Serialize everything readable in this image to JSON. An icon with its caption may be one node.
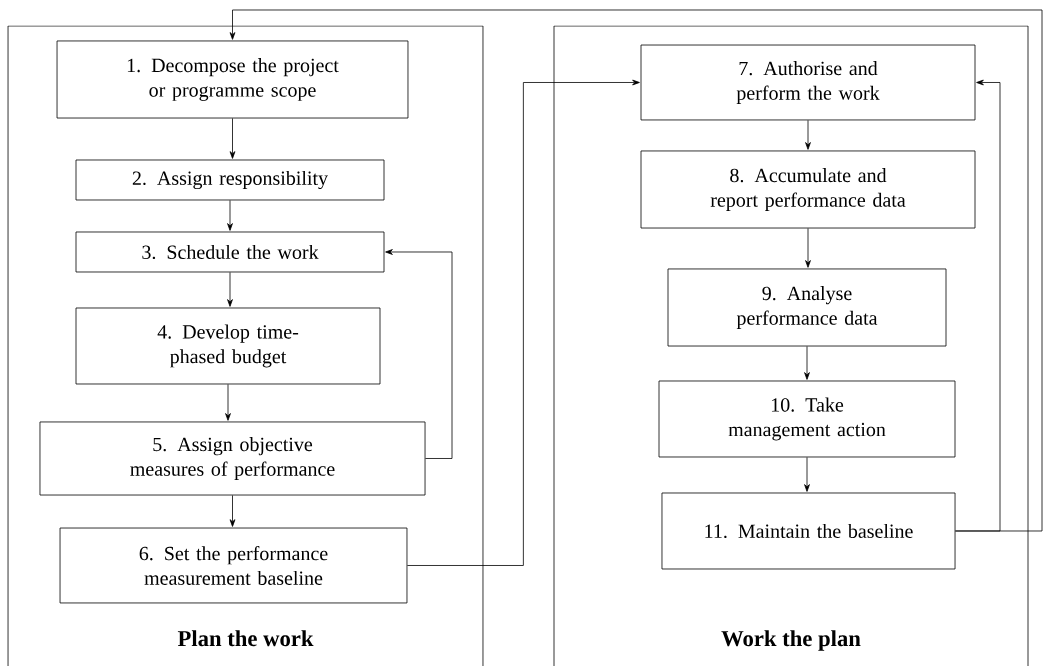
{
  "diagram": {
    "nodes": [
      {
        "text": [
          "Plan the work"
        ]
      },
      {
        "text": [
          "1. Decompose the project or programme scope"
        ],
        "in": 0
      },
      {
        "text": [
          "2. Assign responsibility"
        ],
        "in": 0
      },
      {
        "text": [
          "3. Schedule the work"
        ],
        "in": 0
      },
      {
        "text": [
          "4. Develop time-phased budget"
        ],
        "in": 0
      },
      {
        "text": [
          "5. Assign objective measures of performance"
        ],
        "in": 0
      },
      {
        "text": [
          "6. Set the performance measurement baseline"
        ],
        "in": 0
      },
      {
        "text": [
          "Work the plan"
        ]
      },
      {
        "text": [
          "7. Authorise and perform the work"
        ],
        "in": 7
      },
      {
        "text": [
          "8. Accumulate and report performance data"
        ],
        "in": 7
      },
      {
        "text": [
          "9. Analyse performance data"
        ],
        "in": 7
      },
      {
        "text": [
          "10. Take management action"
        ],
        "in": 7
      },
      {
        "text": [
          "11. Maintain the baseline"
        ],
        "in": 7
      }
    ],
    "edges": [
      {
        "from": 1,
        "to": 2,
        "arrow": "to"
      },
      {
        "from": 2,
        "to": 3,
        "arrow": "to"
      },
      {
        "from": 3,
        "to": 4,
        "arrow": "to"
      },
      {
        "from": 4,
        "to": 5,
        "arrow": "to"
      },
      {
        "from": 5,
        "to": 6,
        "arrow": "to"
      },
      {
        "from": 5,
        "to": 3,
        "arrow": "to"
      },
      {
        "from": 6,
        "to": 8,
        "arrow": "to"
      },
      {
        "from": 8,
        "to": 9,
        "arrow": "to"
      },
      {
        "from": 9,
        "to": 10,
        "arrow": "to"
      },
      {
        "from": 10,
        "to": 11,
        "arrow": "to"
      },
      {
        "from": 11,
        "to": 12,
        "arrow": "to"
      },
      {
        "from": 12,
        "to": 8,
        "arrow": "to"
      },
      {
        "from": 12,
        "to": 1,
        "arrow": "to"
      }
    ]
  }
}
